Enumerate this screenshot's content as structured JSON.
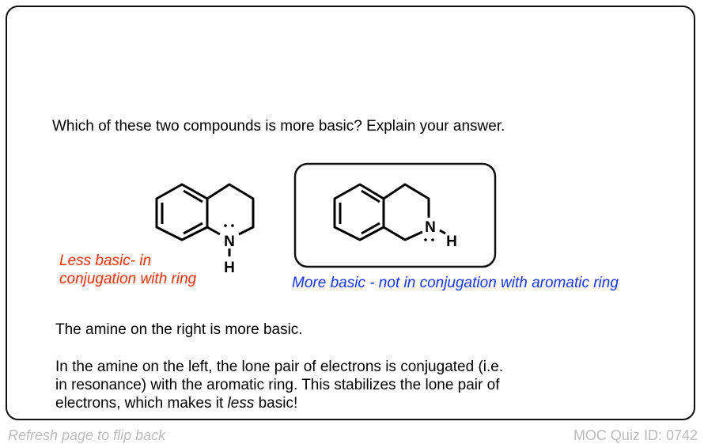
{
  "question": "Which of these two compounds is more basic?  Explain your answer.",
  "left_compound": {
    "label_line1": "Less basic- in",
    "label_line2": "conjugation with ring",
    "atom_n": "N",
    "atom_h": "H",
    "color": "#ff2a00"
  },
  "right_compound": {
    "label": "More basic - not in conjugation with aromatic ring",
    "atom_n": "N",
    "atom_h": "H",
    "color": "#1a33ff"
  },
  "answer": {
    "line1": "The amine on the right is more basic.",
    "para_a": "In the amine on the left, the lone pair of electrons is conjugated (i.e.",
    "para_b": "in resonance) with the aromatic ring. This stabilizes the lone pair of",
    "para_c_pre": "electrons, which makes it ",
    "para_c_em": "less",
    "para_c_post": " basic!"
  },
  "footer": {
    "refresh": "Refresh page to flip back",
    "quiz_id": "MOC Quiz ID: 0742"
  }
}
